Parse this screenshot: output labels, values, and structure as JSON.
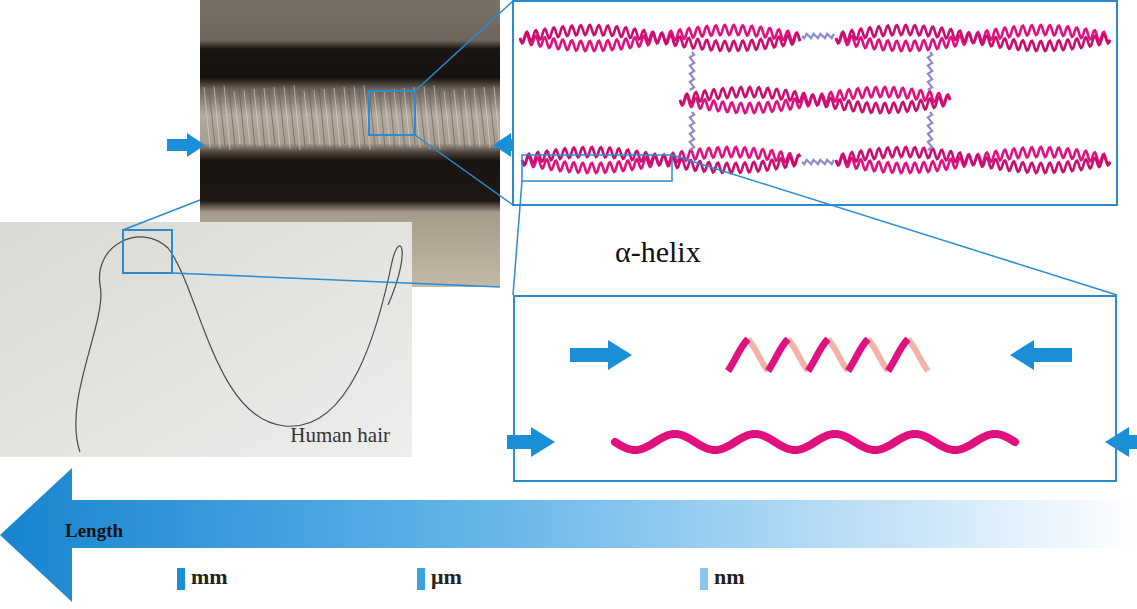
{
  "diagram": {
    "nodes": [
      {
        "text": [
          "Human hair"
        ]
      },
      {
        "text": [
          "α-helix"
        ]
      },
      {
        "text": [
          "Length"
        ]
      }
    ],
    "labels": [
      "mm",
      "μm",
      "nm"
    ]
  }
}
